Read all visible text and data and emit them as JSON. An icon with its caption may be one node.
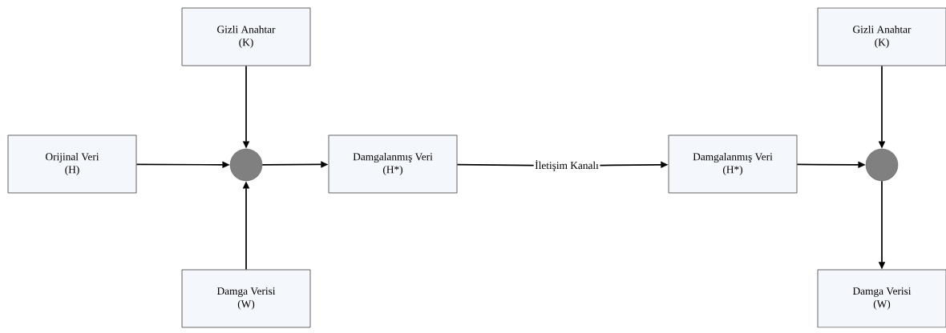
{
  "diagram": {
    "nodes": [
      {
        "text": [
          "Gizli Anahtar",
          "(K)"
        ]
      },
      {
        "text": [
          "Orijinal Veri",
          "(H)"
        ]
      },
      {
        "text": [],
        "shape": "circle"
      },
      {
        "text": [
          "Damgalanmış Veri",
          "(H*)"
        ]
      },
      {
        "text": [
          "İletişim Kanalı"
        ]
      },
      {
        "text": [
          "Damgalanmış Veri",
          "(H*)"
        ]
      },
      {
        "text": [
          "Gizli Anahtar",
          "(K)"
        ]
      },
      {
        "text": [],
        "shape": "circle"
      },
      {
        "text": [
          "Damga Verisi",
          "(W)"
        ]
      },
      {
        "text": [
          "Damga Verisi",
          "(W)"
        ]
      }
    ],
    "edges": [
      {
        "from": 1,
        "to": 2,
        "arrow": "to"
      },
      {
        "from": 0,
        "to": 2,
        "arrow": "to"
      },
      {
        "from": 8,
        "to": 2,
        "arrow": "to"
      },
      {
        "from": 2,
        "to": 3,
        "arrow": "to"
      },
      {
        "from": 3,
        "to": 4,
        "arrow": "none"
      },
      {
        "from": 4,
        "to": 5,
        "arrow": "to"
      },
      {
        "from": 5,
        "to": 7,
        "arrow": "to"
      },
      {
        "from": 6,
        "to": 7,
        "arrow": "to"
      },
      {
        "from": 7,
        "to": 9,
        "arrow": "to"
      }
    ]
  }
}
